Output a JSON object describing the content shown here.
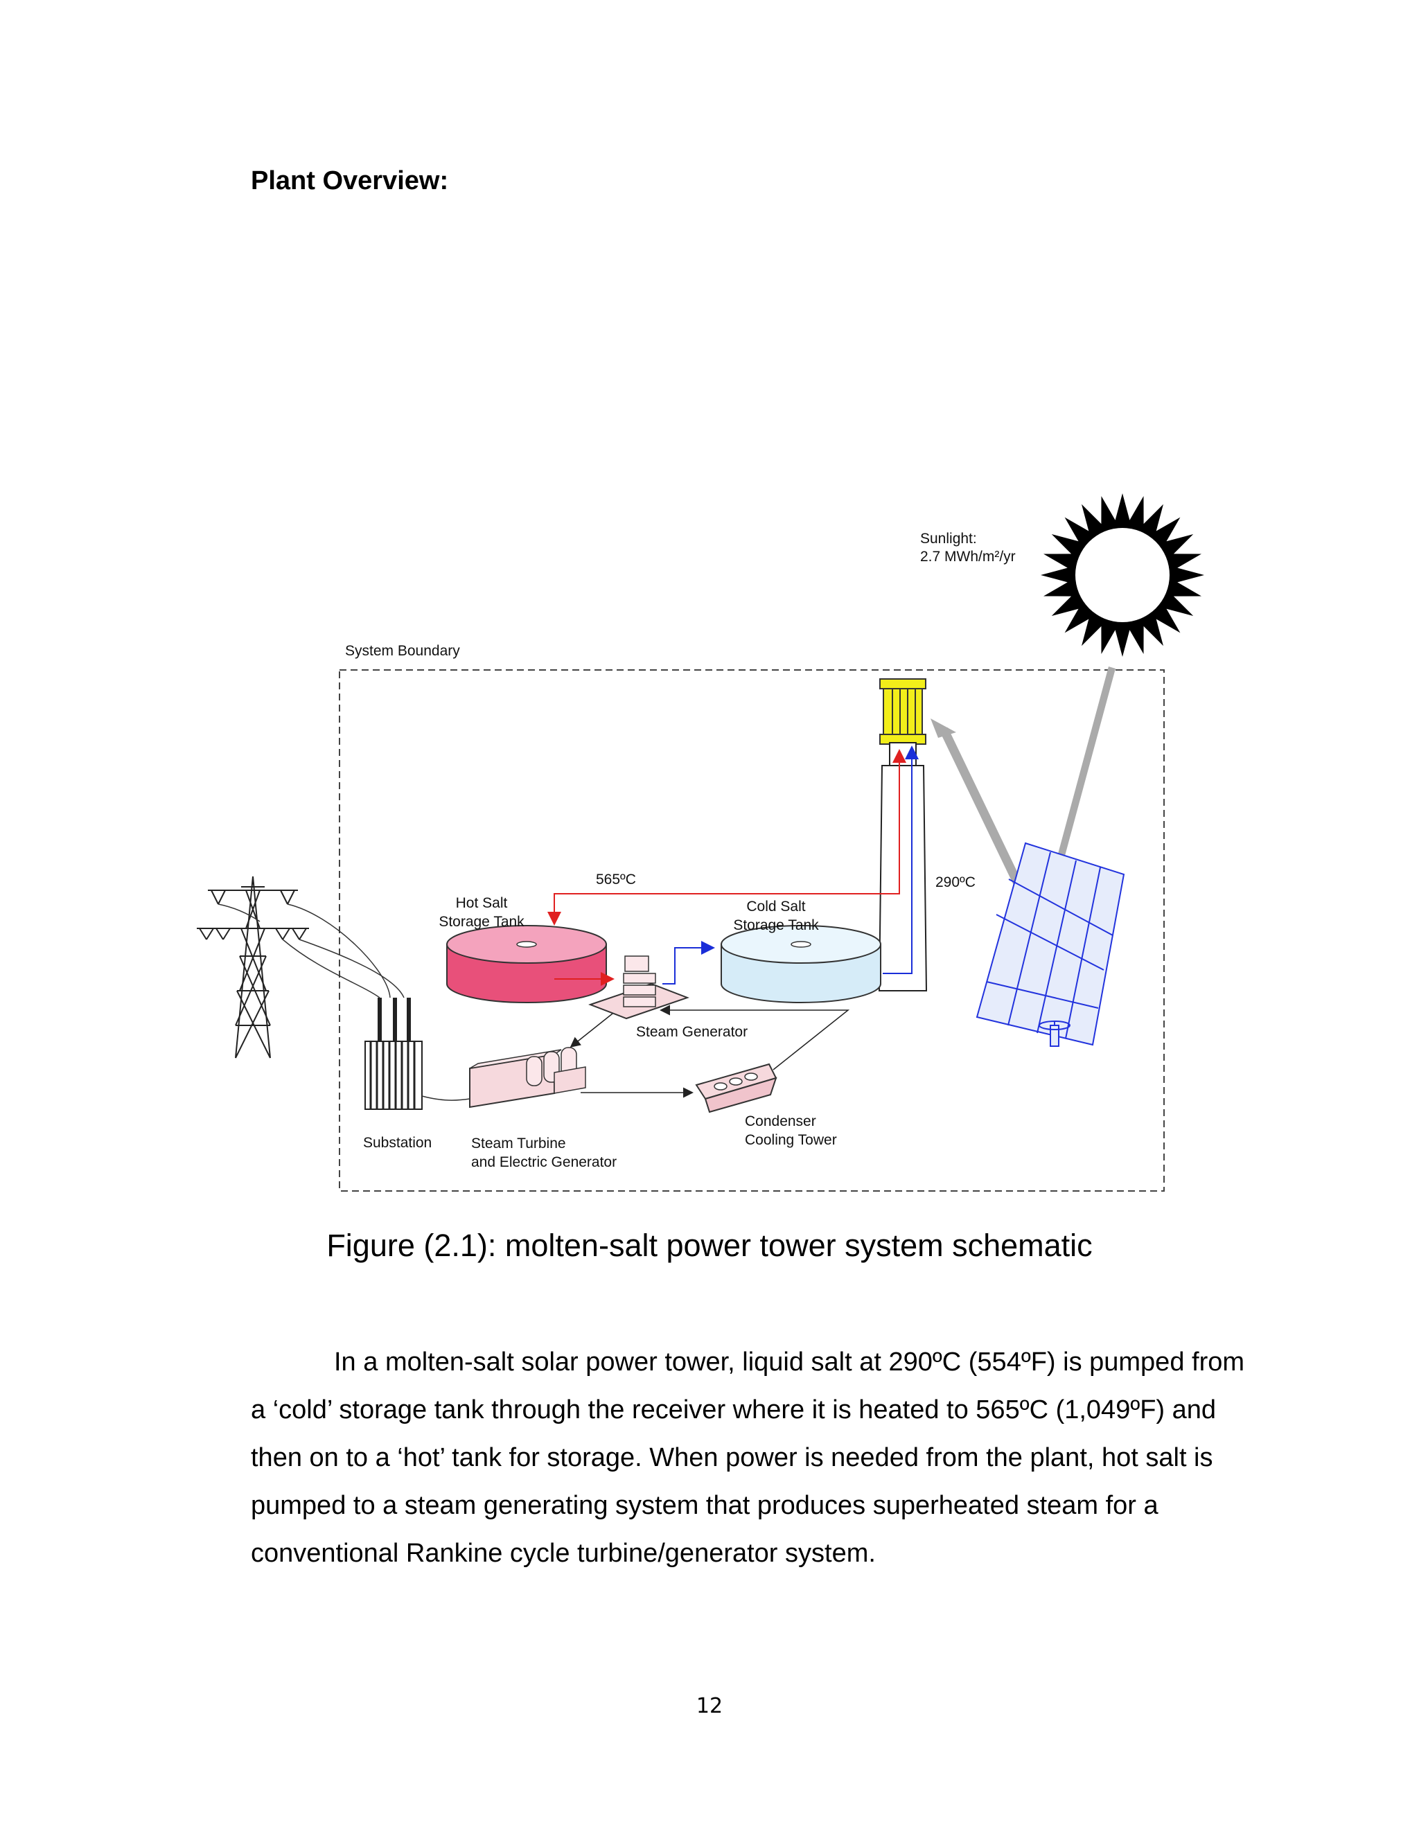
{
  "heading": "Plant Overview:",
  "diagram": {
    "sunlight_title": "Sunlight:",
    "sunlight_value": "2.7 MWh/m²/yr",
    "system_boundary": "System Boundary",
    "temp_hot": "565ºC",
    "temp_cold": "290ºC",
    "hot_tank_line1": "Hot Salt",
    "hot_tank_line2": "Storage Tank",
    "cold_tank_line1": "Cold Salt",
    "cold_tank_line2": "Storage Tank",
    "steam_generator": "Steam Generator",
    "condenser_line1": "Condenser",
    "condenser_line2": "Cooling Tower",
    "substation": "Substation",
    "turbine_line1": "Steam Turbine",
    "turbine_line2": "and Electric Generator",
    "colors": {
      "hot_salt": "#e8507a",
      "cold_salt": "#d6ecf8",
      "receiver": "#f2ee1a",
      "heliostat": "#2233dd",
      "hot_flow": "#e02020",
      "cold_flow": "#1a2ed8"
    }
  },
  "caption": "Figure (2.1): molten-salt power tower system schematic",
  "paragraph": "In a molten-salt solar power tower, liquid salt at 290ºC (554ºF) is pumped from a ‘cold’ storage tank through the receiver where it is heated to 565ºC (1,049ºF) and then on to a ‘hot’ tank for storage. When power is needed from the plant, hot salt is pumped to a steam generating system that produces superheated steam for a conventional Rankine cycle turbine/generator system.",
  "page_number": "12"
}
